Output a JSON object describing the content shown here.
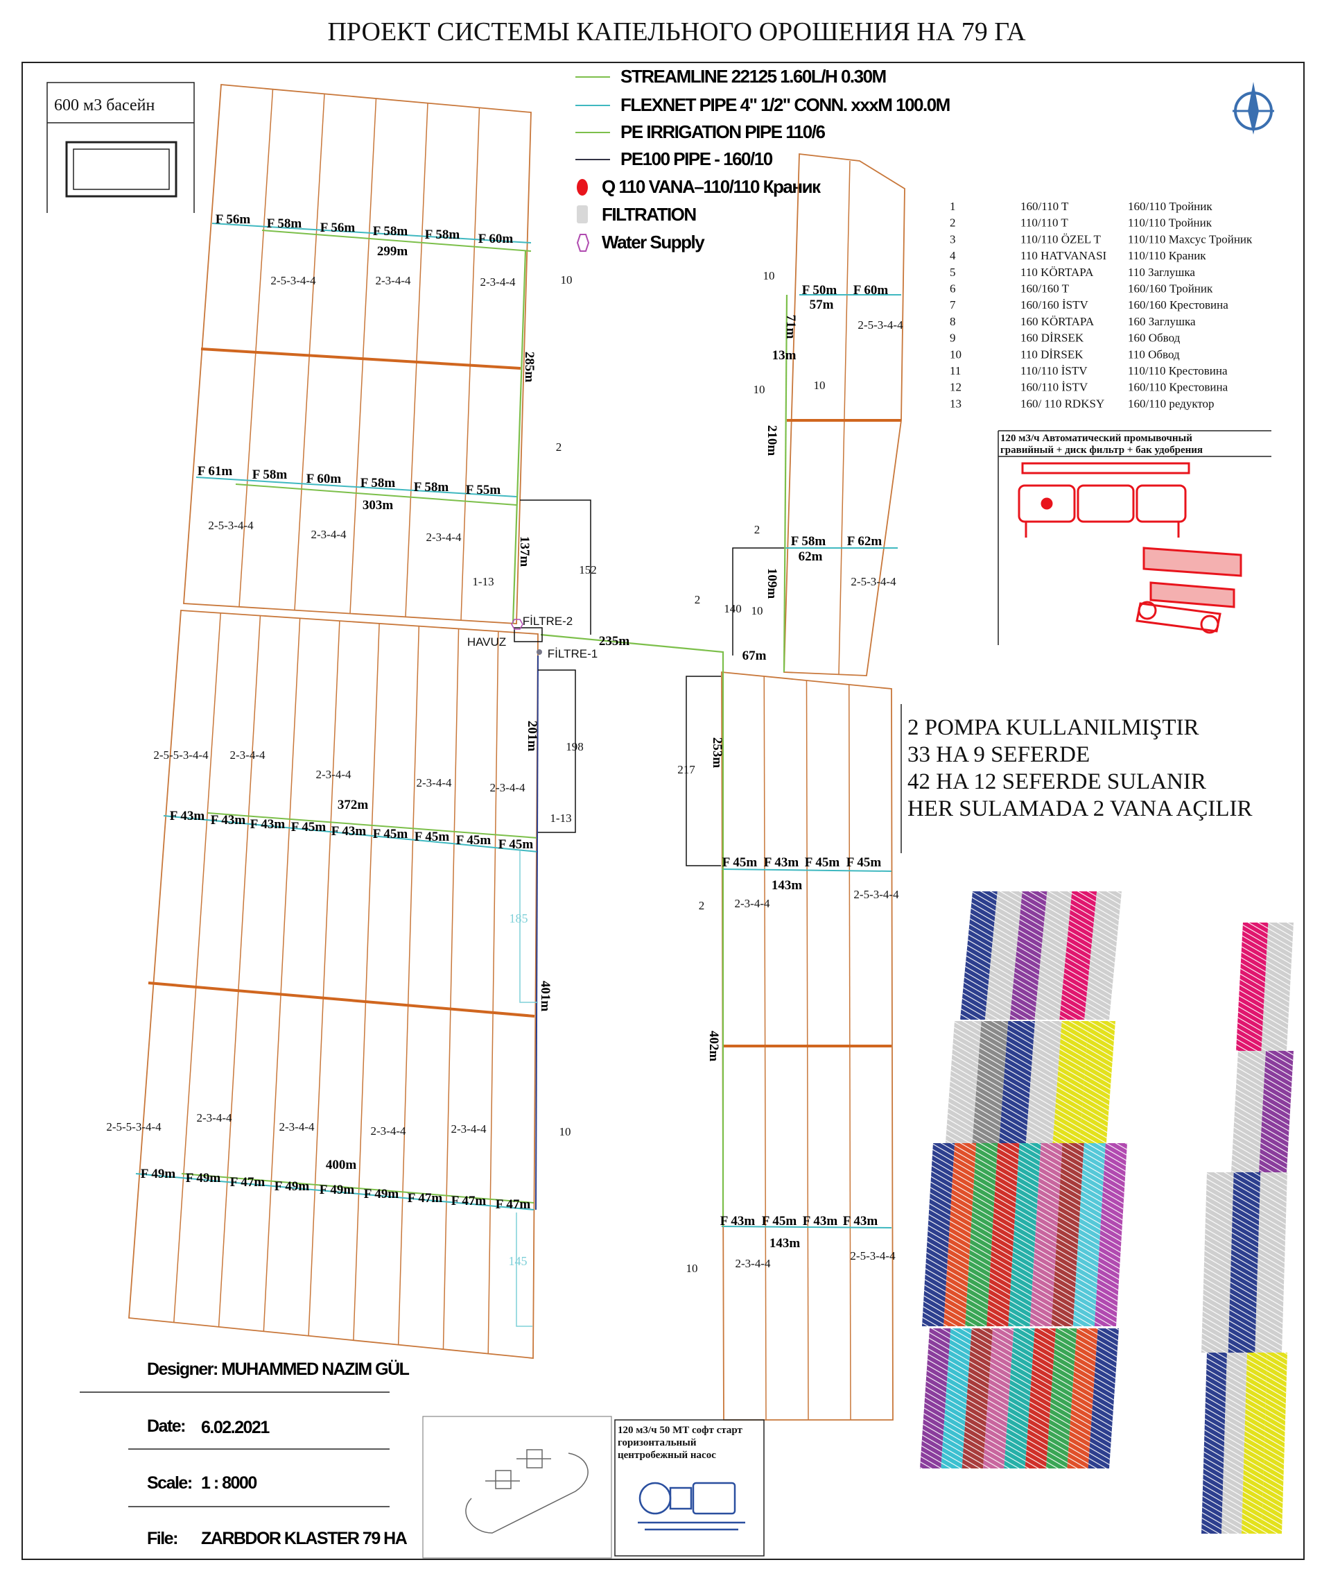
{
  "title": "ПРОЕКТ СИСТЕМЫ КАПЕЛЬНОГО ОРОШЕНИЯ НА 79 ГА",
  "basin_label": "600 м3 басейн",
  "colors": {
    "field_border": "#c8773a",
    "lateral_green": "#7cbf4a",
    "flexnet_cyan": "#3fb8c0",
    "pe100_blue": "#2a3f8f",
    "valve_red": "#e8141c",
    "filter_gray": "#d8d8d8",
    "water_supply": "#b04bb0"
  },
  "legend": [
    {
      "icon": "line-green",
      "label": "STREAMLINE 22125 1.60L/H 0.30M"
    },
    {
      "icon": "line-cyan",
      "label": "FLEXNET PIPE 4\" 1/2\" CONN. xxxM 100.0M"
    },
    {
      "icon": "line-green",
      "label": "PE IRRIGATION PIPE 110/6"
    },
    {
      "icon": "line-dark",
      "label": "PE100 PIPE - 160/10"
    },
    {
      "icon": "red-dot",
      "label": "Q 110 VANA–110/110 Краник"
    },
    {
      "icon": "gray-block",
      "label": "FILTRATION"
    },
    {
      "icon": "water-supply-hexagon",
      "label": "Water Supply"
    }
  ],
  "fittings": [
    {
      "no": "1",
      "code": "160/110 T",
      "ru": "160/110 Тройник"
    },
    {
      "no": "2",
      "code": "110/110 T",
      "ru": "110/110 Тройник"
    },
    {
      "no": "3",
      "code": "110/110 ÖZEL T",
      "ru": "110/110 Махсус Тройник"
    },
    {
      "no": "4",
      "code": "110 HATVANASI",
      "ru": "110/110 Краник"
    },
    {
      "no": "5",
      "code": "110 KÖRTAPA",
      "ru": "110 Заглушка"
    },
    {
      "no": "6",
      "code": "160/160 T",
      "ru": "160/160 Тройник"
    },
    {
      "no": "7",
      "code": "160/160 İSTV",
      "ru": "160/160 Крестовина"
    },
    {
      "no": "8",
      "code": "160 KÖRTAPA",
      "ru": "160 Заглушка"
    },
    {
      "no": "9",
      "code": "160 DİRSEK",
      "ru": "160 Обвод"
    },
    {
      "no": "10",
      "code": "110 DİRSEK",
      "ru": "110 Обвод"
    },
    {
      "no": "11",
      "code": "110/110 İSTV",
      "ru": "110/110 Крестовина"
    },
    {
      "no": "12",
      "code": "160/110 İSTV",
      "ru": "160/110 Крестовина"
    },
    {
      "no": "13",
      "code": "160/ 110 RDKSY",
      "ru": "160/110 редуктор"
    }
  ],
  "filter_box": {
    "line1": "120 м3/ч  Автоматический промывочный",
    "line2": "гравийный + диск фильтр + бак удобрения"
  },
  "notes": [
    "2 POMPA KULLANILMIŞTIR",
    "33 HA 9 SEFERDE",
    "42 HA 12 SEFERDE SULANIR",
    "HER SULAMADA 2 VANA AÇILIR"
  ],
  "title_block": {
    "designer": "Designer: MUHAMMED NAZIM GÜL",
    "date_label": "Date:",
    "date": "6.02.2021",
    "scale_label": "Scale:",
    "scale": "1 : 8000",
    "file_label": "File:",
    "file": "ZARBDOR KLASTER 79 HA"
  },
  "pump_box": {
    "line1": "120 м3/ч 50 МТ софт старт",
    "line2": "горизонтальный",
    "line3": "центробежный насос"
  },
  "map": {
    "labels": [
      "F 56m",
      "F 58m",
      "F 56m",
      "F 58m",
      "F 58m",
      "F 60m",
      "299m",
      "2-5-3-4-4",
      "2-3-4-4",
      "2-3-4-4",
      "10",
      "285m",
      "F 61m",
      "F 58m",
      "F 60m",
      "F 58m",
      "F 58m",
      "F 55m",
      "303m",
      "2-5-3-4-4",
      "2-3-4-4",
      "2-3-4-4",
      "2",
      "137m",
      "152",
      "1-13",
      "FİLTRE-2",
      "HAVUZ",
      "FİLTRE-1",
      "235m",
      "201m",
      "198",
      "2-5-5-3-4-4",
      "2-3-4-4",
      "2-3-4-4",
      "2-3-4-4",
      "2-3-4-4",
      "372m",
      "1-13",
      "F 43m",
      "F 43m",
      "F 43m",
      "F 45m",
      "F 43m",
      "F 45m",
      "F 45m",
      "F 45m",
      "F 45m",
      "185",
      "401m",
      "2-5-5-3-4-4",
      "2-3-4-4",
      "2-3-4-4",
      "2-3-4-4",
      "2-3-4-4",
      "10",
      "400m",
      "F 49m",
      "F 49m",
      "F 47m",
      "F 49m",
      "F 49m",
      "F 49m",
      "F 47m",
      "F 47m",
      "F 47m",
      "145",
      "10",
      "F 50m",
      "F 60m",
      "57m",
      "2-5-3-4-4",
      "71m",
      "13m",
      "10",
      "10",
      "210m",
      "2",
      "F 58m",
      "F 62m",
      "62m",
      "2-5-3-4-4",
      "109m",
      "2",
      "140",
      "10",
      "67m",
      "253m",
      "217",
      "F 45m",
      "F 43m",
      "F 45m",
      "F 45m",
      "143m",
      "2-5-3-4-4",
      "2-3-4-4",
      "2",
      "402m",
      "F 43m",
      "F 45m",
      "F 43m",
      "F 43m",
      "143m",
      "2-5-3-4-4",
      "2-3-4-4",
      "10"
    ]
  }
}
